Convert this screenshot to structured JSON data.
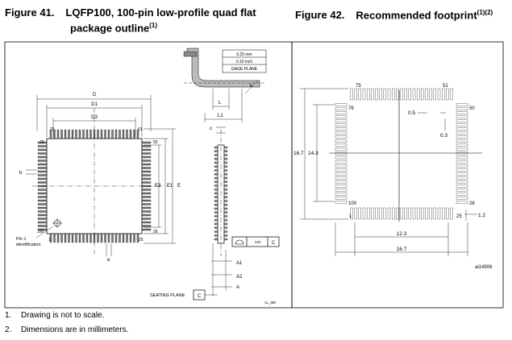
{
  "figure41": {
    "number": "Figure 41.",
    "title_line1": "LQFP100, 100-pin low-profile quad flat",
    "title_line2": "package outline",
    "title_sup": "(1)",
    "labels": {
      "dim_025": "0.25 mm",
      "dim_010": "0.10 inch",
      "gage_plane": "GAGE PLANE",
      "k": "k",
      "L": "L",
      "L1": "L1",
      "c": "c",
      "D": "D",
      "D1": "D1",
      "D3": "D3",
      "pin75": "75",
      "pin51": "51",
      "pin76": "76",
      "pin50": "50",
      "pin100": "100",
      "pin26": "26",
      "pin1": "1",
      "pin25": "25",
      "b": "b",
      "E3": "E3",
      "E1": "E1",
      "E": "E",
      "pin1_id_line1": "Pin 1",
      "pin1_id_line2": "identification",
      "e": "e",
      "ccc": "ccc",
      "C": "C",
      "A1": "A1",
      "A2": "A2",
      "A": "A",
      "seating_plane": "SEATING PLANE",
      "code": "1L_ME"
    }
  },
  "figure42": {
    "number": "Figure 42.",
    "title": "Recommended footprint",
    "title_sup": "(1)(2)",
    "labels": {
      "pin75": "75",
      "pin51": "51",
      "pin76": "76",
      "pin50": "50",
      "pin100": "100",
      "pin26": "26",
      "pin1": "1",
      "pin25": "25",
      "dim_05": "0.5",
      "dim_03": "0.3",
      "dim_167_left": "16.7",
      "dim_143": "14.3",
      "dim_12": "1.2",
      "dim_123": "12.3",
      "dim_167_bottom": "16.7",
      "code": "ai14906"
    }
  },
  "notes": [
    {
      "num": "1.",
      "text": "Drawing is not to scale."
    },
    {
      "num": "2.",
      "text": "Dimensions are in millimeters."
    }
  ]
}
